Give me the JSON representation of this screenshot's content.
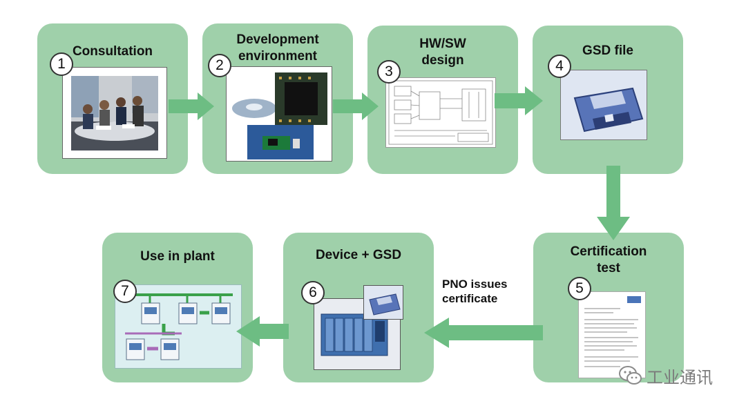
{
  "steps": [
    {
      "num": "1",
      "title": "Consultation"
    },
    {
      "num": "2",
      "title": "Development\nenvironment"
    },
    {
      "num": "3",
      "title": "HW/SW\ndesign"
    },
    {
      "num": "4",
      "title": "GSD file"
    },
    {
      "num": "5",
      "title": "Certification\ntest"
    },
    {
      "num": "6",
      "title": "Device + GSD"
    },
    {
      "num": "7",
      "title": "Use in plant"
    }
  ],
  "connector_label": "PNO issues\ncertificate",
  "watermark": "工业通讯",
  "colors": {
    "box": "#9fd0aa",
    "arrow": "#6dbd83",
    "panel_border": "#333333"
  }
}
